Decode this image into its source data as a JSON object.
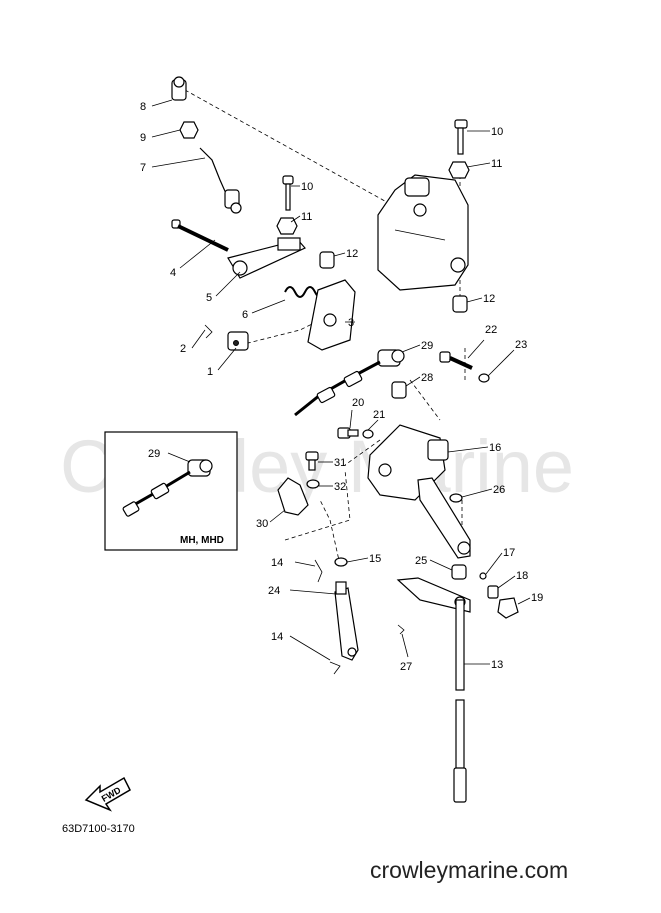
{
  "watermark": "Crowley Marine",
  "footer_url": "crowleymarine.com",
  "diagram_code": "63D7100-3170",
  "fwd_label": "FWD",
  "inset_label": "MH, MHD",
  "callouts": {
    "c8": "8",
    "c9": "9",
    "c7": "7",
    "c10a": "10",
    "c11a": "11",
    "c10b": "10",
    "c11b": "11",
    "c12a": "12",
    "c12b": "12",
    "c4": "4",
    "c5": "5",
    "c6": "6",
    "c3": "3",
    "c2": "2",
    "c1": "1",
    "c29a": "29",
    "c22": "22",
    "c23": "23",
    "c28": "28",
    "c20": "20",
    "c21": "21",
    "c16": "16",
    "c31": "31",
    "c32": "32",
    "c26": "26",
    "c30": "30",
    "c29b": "29",
    "c14a": "14",
    "c15": "15",
    "c25": "25",
    "c17": "17",
    "c18": "18",
    "c19": "19",
    "c24": "24",
    "c14b": "14",
    "c27": "27",
    "c13": "13"
  }
}
